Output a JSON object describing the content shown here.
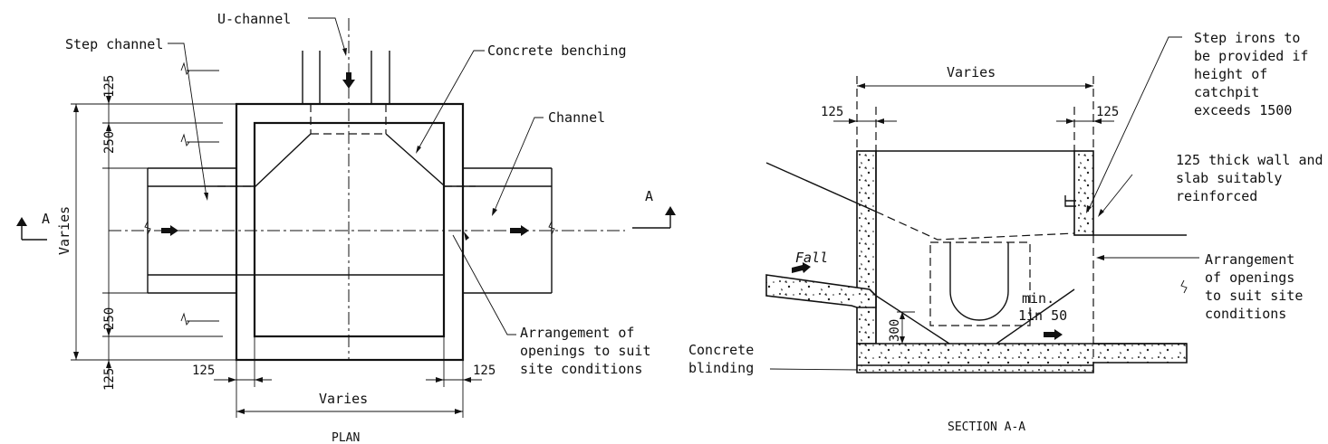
{
  "plan": {
    "caption": "PLAN",
    "labels": {
      "u_channel": "U-channel",
      "step_channel": "Step channel",
      "concrete_benching": "Concrete benching",
      "channel": "Channel",
      "arrangement": [
        "Arrangement of",
        "openings to suit",
        "site conditions"
      ]
    },
    "section_marker": "A",
    "dimensions": {
      "wall": "125",
      "step": "250",
      "varies": "Varies"
    }
  },
  "section": {
    "caption": "SECTION A-A",
    "labels": {
      "step_irons": [
        "Step irons to",
        "be provided if",
        "height of",
        "catchpit",
        "exceeds 1500"
      ],
      "wall_slab": [
        "125 thick wall and",
        "slab suitably",
        "reinforced"
      ],
      "arrangement": [
        "Arrangement",
        "of openings",
        "to suit site",
        "conditions"
      ],
      "concrete_blinding": [
        "Concrete",
        "blinding"
      ],
      "fall": "Fall",
      "min": [
        "min.",
        "1in 50"
      ]
    },
    "dimensions": {
      "wall": "125",
      "depth": "300",
      "varies": "Varies"
    }
  }
}
